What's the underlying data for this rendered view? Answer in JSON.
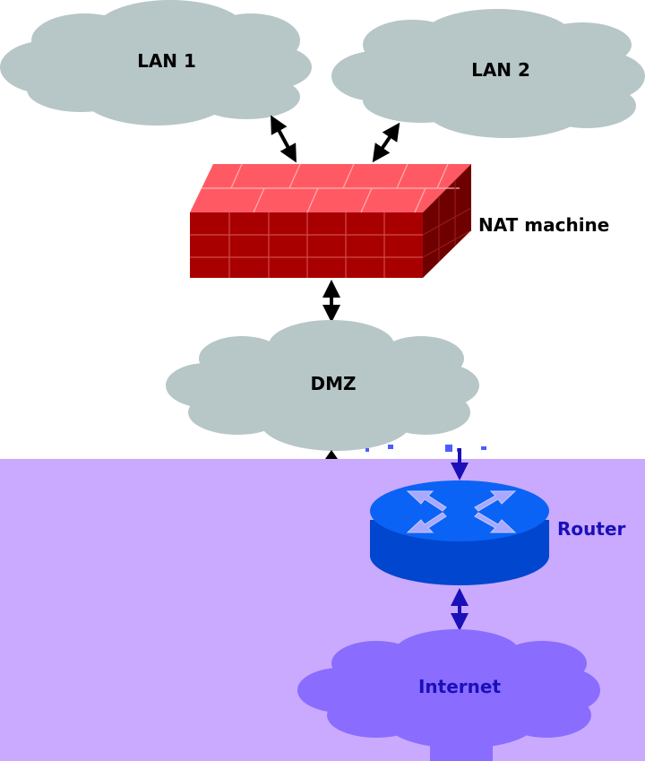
{
  "nodes": {
    "lan1": {
      "label": "LAN 1"
    },
    "lan2": {
      "label": "LAN 2"
    },
    "nat": {
      "label": "NAT machine"
    },
    "dmz": {
      "label": "DMZ"
    },
    "router": {
      "label": "Router"
    },
    "internet": {
      "label": "Internet"
    }
  },
  "colors": {
    "cloud_gray": "#b7c6c7",
    "firewall_top": "#ff5a63",
    "firewall_front": "#a80000",
    "firewall_side": "#6e0000",
    "overlay_purple": "#c9aaff",
    "router_blue": "#0a63f5",
    "router_dark": "#0046cf",
    "internet_cloud": "#8a6cff",
    "dark_label": "#000000",
    "blue_label": "#1a10b8",
    "arrow_black": "#000000",
    "arrow_blue": "#1a10b8"
  },
  "icons": {
    "firewall": "brick-firewall-icon",
    "router": "router-icon",
    "cloud": "cloud-icon"
  }
}
